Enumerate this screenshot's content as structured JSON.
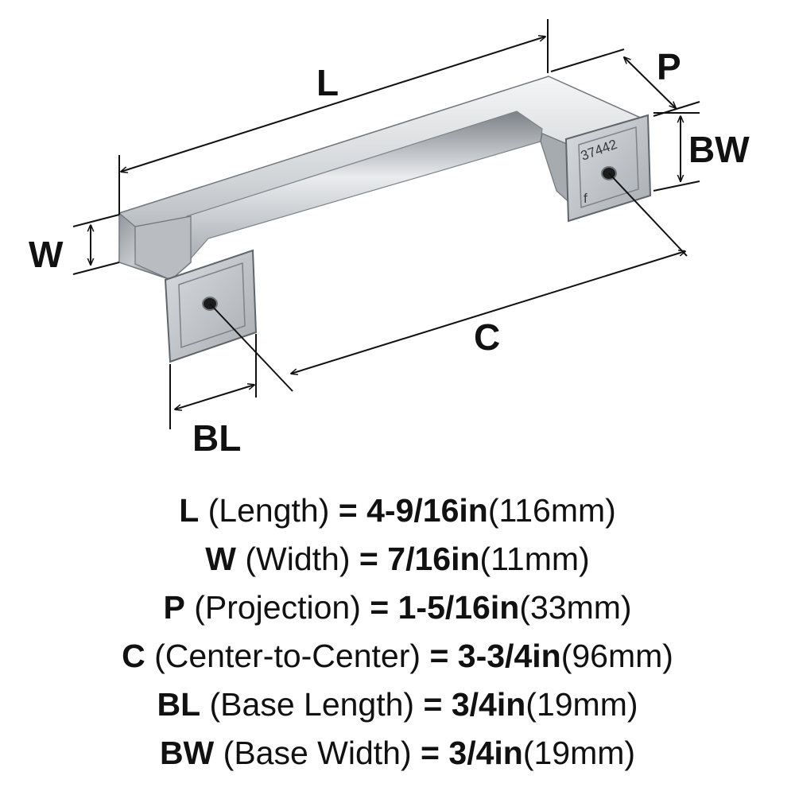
{
  "diagram": {
    "labels": {
      "length": "L",
      "width": "W",
      "projection": "P",
      "base_width": "BW",
      "center_to_center": "C",
      "base_length": "BL"
    },
    "part_number": "37442",
    "stamp_mark": "f"
  },
  "specs": [
    {
      "symbol": "L",
      "name": "(Length)",
      "equals": "=",
      "imperial": "4-9/16in",
      "metric": "(116mm)"
    },
    {
      "symbol": "W",
      "name": "(Width)",
      "equals": "=",
      "imperial": "7/16in",
      "metric": "(11mm)"
    },
    {
      "symbol": "P",
      "name": "(Projection)",
      "equals": "=",
      "imperial": "1-5/16in",
      "metric": "(33mm)"
    },
    {
      "symbol": "C",
      "name": "(Center-to-Center)",
      "equals": "=",
      "imperial": "3-3/4in",
      "metric": "(96mm)"
    },
    {
      "symbol": "BL",
      "name": "(Base Length)",
      "equals": "=",
      "imperial": "3/4in",
      "metric": "(19mm)"
    },
    {
      "symbol": "BW",
      "name": "(Base Width)",
      "equals": "=",
      "imperial": "3/4in",
      "metric": "(19mm)"
    }
  ]
}
